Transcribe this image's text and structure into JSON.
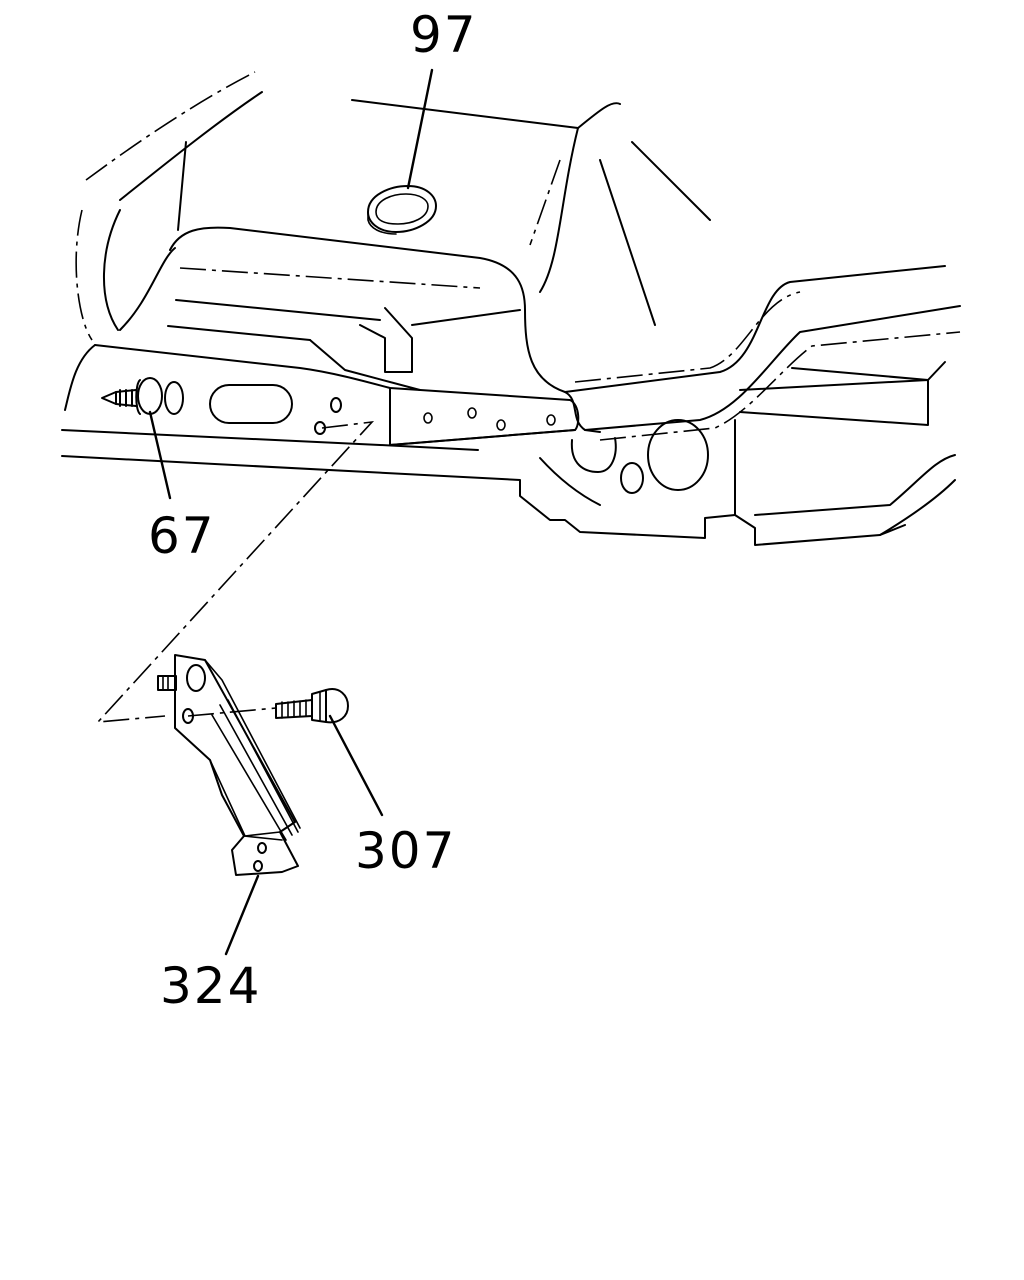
{
  "callouts": {
    "c97": "97",
    "c67": "67",
    "c307": "307",
    "c324": "324"
  }
}
